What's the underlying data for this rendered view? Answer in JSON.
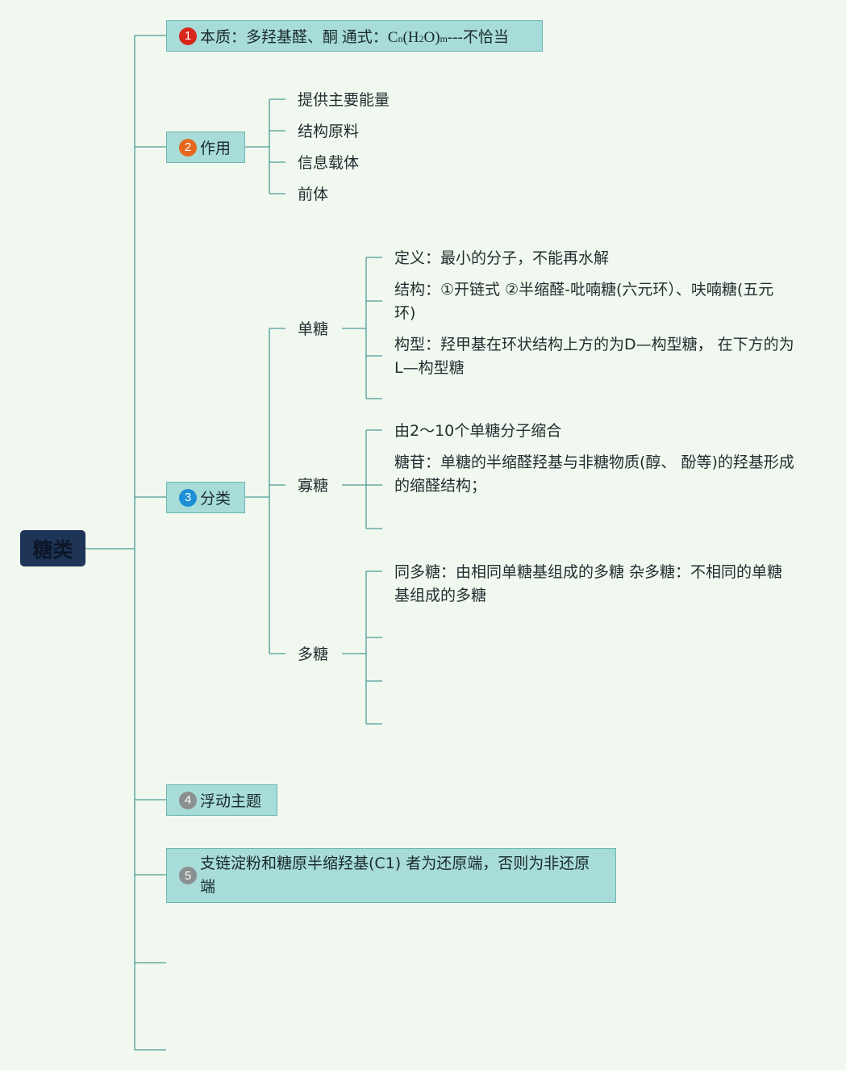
{
  "root": {
    "label": "糖类"
  },
  "branches": [
    {
      "num": "1",
      "badge_color": "#d9261c",
      "label_pre": "本质：多羟基醛、酮 通式：C",
      "sub1": "n",
      "label_mid": "(H",
      "sub2": "2",
      "label_mid2": "O)",
      "sub3": "m",
      "label_post": "---不恰当"
    },
    {
      "num": "2",
      "badge_color": "#e8671e",
      "label": "作用",
      "children": [
        "提供主要能量",
        "结构原料",
        "信息载体",
        "前体"
      ]
    },
    {
      "num": "3",
      "badge_color": "#1c8fd6",
      "label": "分类",
      "children": [
        {
          "label": "单糖",
          "details": [
            "定义：最小的分子，不能再水解",
            "结构：①开链式 ②半缩醛-吡喃糖(六元环）、呋喃糖(五元环)",
            "构型：羟甲基在环状结构上方的为D—构型糖， 在下方的为L—构型糖"
          ]
        },
        {
          "label": "寡糖",
          "details": [
            "由2～10个单糖分子缩合",
            "糖苷：单糖的半缩醛羟基与非糖物质(醇、 酚等)的羟基形成的缩醛结构；"
          ]
        },
        {
          "label": "多糖",
          "details": [
            "同多糖：由相同单糖基组成的多糖 杂多糖：不相同的单糖基组成的多糖"
          ]
        }
      ]
    },
    {
      "num": "4",
      "badge_color": "#8a8f8f",
      "label": "浮动主题"
    },
    {
      "num": "5",
      "badge_color": "#8a8f8f",
      "label": "支链淀粉和糖原半缩羟基(C1) 者为还原端，否则为非还原端"
    }
  ],
  "colors": {
    "line": "#4d9c97",
    "node_fill": "#a7dcd8",
    "root_fill": "#1e3557",
    "background": "#f1f8ef"
  }
}
